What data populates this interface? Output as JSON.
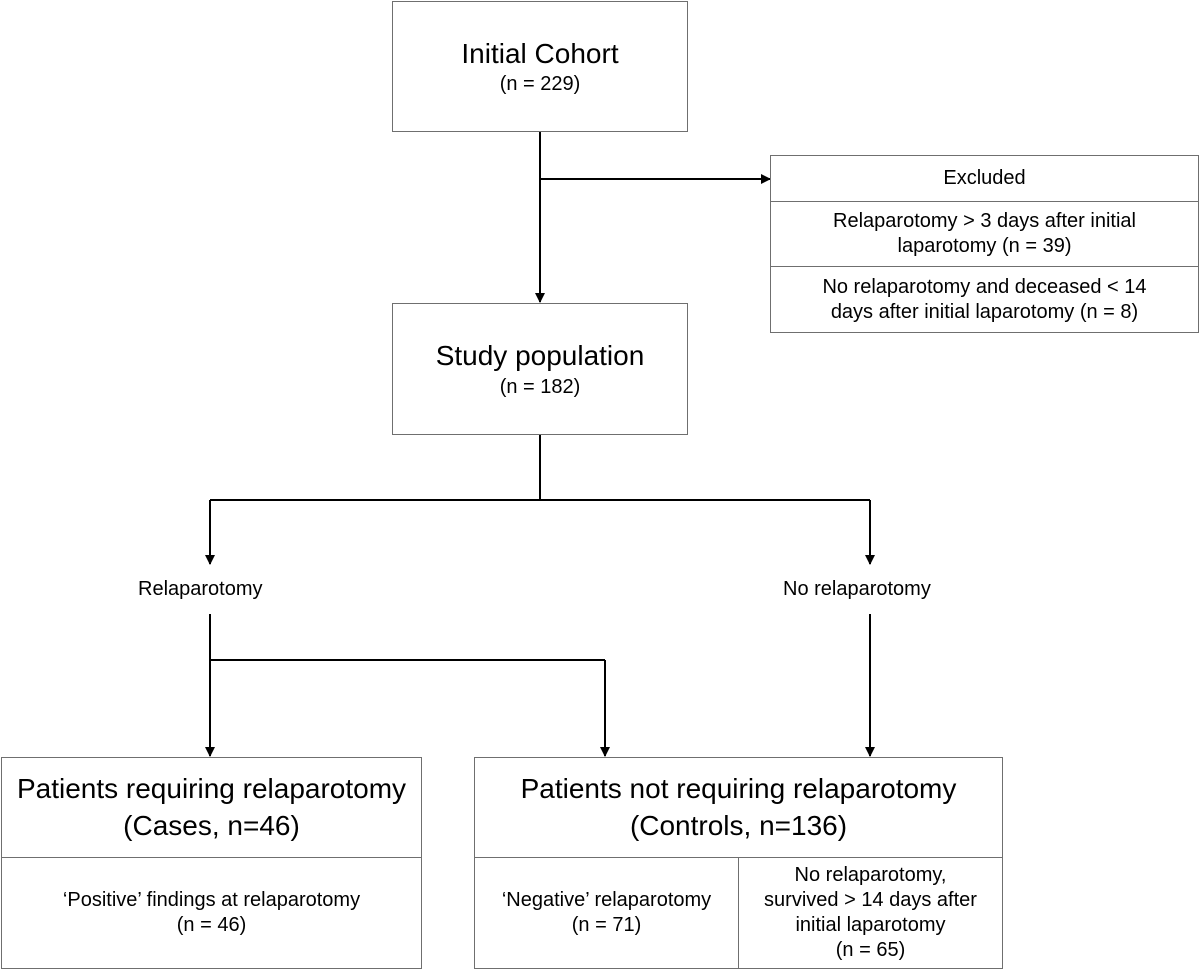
{
  "initial": {
    "title": "Initial Cohort",
    "n": "(n = 229)"
  },
  "excluded": {
    "header": "Excluded",
    "reason1_line1": "Relaparotomy > 3 days after initial",
    "reason1_line2": "laparotomy (n = 39)",
    "reason2_line1": "No relaparotomy and deceased < 14",
    "reason2_line2": "days after initial laparotomy (n = 8)"
  },
  "study": {
    "title": "Study population",
    "n": "(n = 182)"
  },
  "branch": {
    "left": "Relaparotomy",
    "right": "No relaparotomy"
  },
  "cases": {
    "title_line1": "Patients requiring relaparotomy",
    "title_line2": "(Cases, n=46)",
    "finding_line1": "‘Positive’ findings at relaparotomy",
    "finding_line2": "(n = 46)"
  },
  "controls": {
    "title_line1": "Patients not requiring relaparotomy",
    "title_line2": "(Controls, n=136)",
    "neg_line1": "‘Negative’ relaparotomy",
    "neg_line2": "(n = 71)",
    "surv_line1": "No relaparotomy,",
    "surv_line2": "survived > 14 days after",
    "surv_line3": "initial laparotomy",
    "surv_line4": "(n = 65)"
  }
}
